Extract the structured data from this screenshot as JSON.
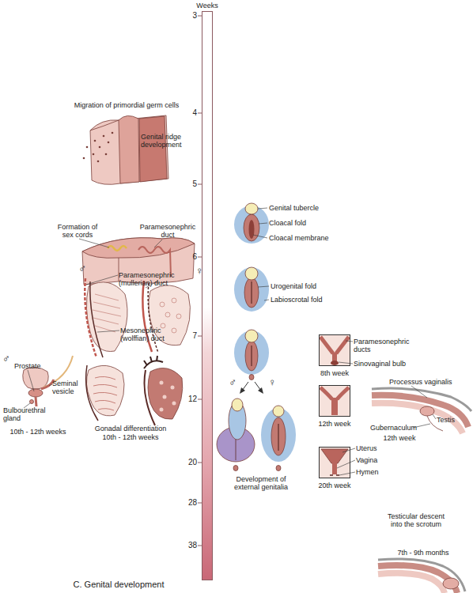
{
  "diagram": {
    "caption": "C. Genital development",
    "nodes": [
      {
        "text": [
          "Weeks"
        ]
      },
      {
        "text": [
          "8th week"
        ]
      },
      {
        "text": [
          "12th week"
        ]
      },
      {
        "text": [
          "20th week"
        ]
      }
    ],
    "labels": [
      "3",
      "4",
      "5",
      "6",
      "7",
      "12",
      "20",
      "28",
      "38",
      "Migration of primordial germ cells",
      "Genital ridge development",
      "Formation of sex cords",
      "Paramesonephric duct",
      "♂",
      "♀",
      "Paramesonephric (mullerian) duct",
      "Mesonephric (wolffian) duct",
      "♂",
      "Prostate",
      "Seminal vesicle",
      "Bulbourethral gland",
      "10th - 12th weeks",
      "Gonadal differentiation",
      "10th - 12th weeks",
      "Genital tubercle",
      "Cloacal fold",
      "Cloacal membrane",
      "Urogenital fold",
      "Labioscrotal fold",
      "♂",
      "♀",
      "Development of external genitalia",
      "Paramesonephric ducts",
      "Sinovaginal bulb",
      "Processus vaginalis",
      "Testis",
      "Gubernaculum",
      "12th week",
      "Uterus",
      "Vagina",
      "Hymen",
      "Testicular descent into the scrotum",
      "7th - 9th months"
    ]
  }
}
